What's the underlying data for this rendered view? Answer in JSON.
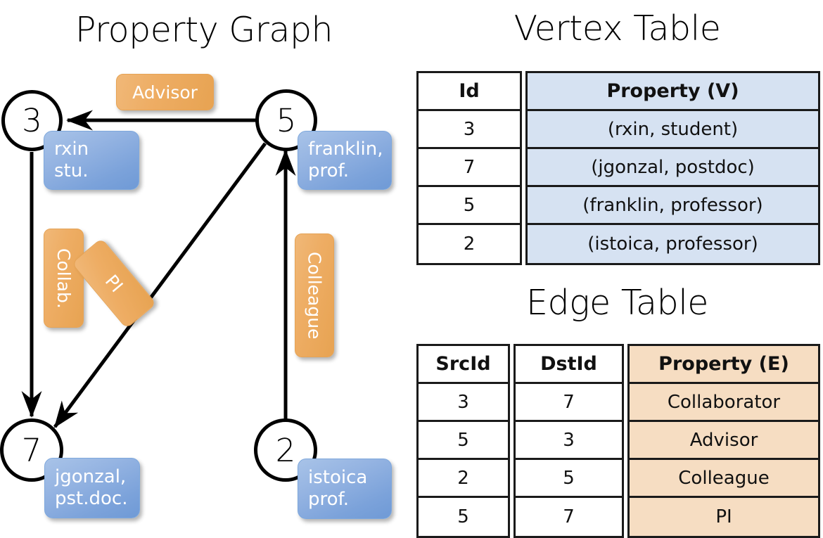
{
  "titles": {
    "property_graph": "Property Graph",
    "vertex_table": "Vertex Table",
    "edge_table": "Edge Table"
  },
  "colors": {
    "vertex_fill": "#d6e2f2",
    "edge_fill": "#f6ddc2",
    "node_property_box": "#7ba2da",
    "edge_label_box": "#eead64",
    "border": "#1a1a1a",
    "background": "#ffffff"
  },
  "graph": {
    "nodes": [
      {
        "id": "3",
        "property_line1": "rxin",
        "property_line2": "stu."
      },
      {
        "id": "5",
        "property_line1": "franklin,",
        "property_line2": "prof."
      },
      {
        "id": "7",
        "property_line1": "jgonzal,",
        "property_line2": "pst.doc."
      },
      {
        "id": "2",
        "property_line1": "istoica",
        "property_line2": "prof."
      }
    ],
    "edge_labels": [
      {
        "label": "Advisor",
        "orientation": "horizontal"
      },
      {
        "label": "Collab.",
        "orientation": "vertical"
      },
      {
        "label": "PI",
        "orientation": "diagonal"
      },
      {
        "label": "Colleague",
        "orientation": "vertical"
      }
    ],
    "edges": [
      {
        "from": "5",
        "to": "3",
        "label": "Advisor"
      },
      {
        "from": "3",
        "to": "7",
        "label": "Collab."
      },
      {
        "from": "5",
        "to": "7",
        "label": "PI"
      },
      {
        "from": "2",
        "to": "5",
        "label": "Colleague"
      }
    ]
  },
  "vertex_table": {
    "headers": [
      "Id",
      "Property (V)"
    ],
    "rows": [
      {
        "id": "3",
        "property": "(rxin, student)"
      },
      {
        "id": "7",
        "property": "(jgonzal, postdoc)"
      },
      {
        "id": "5",
        "property": "(franklin, professor)"
      },
      {
        "id": "2",
        "property": "(istoica, professor)"
      }
    ]
  },
  "edge_table": {
    "headers": [
      "SrcId",
      "DstId",
      "Property (E)"
    ],
    "rows": [
      {
        "src": "3",
        "dst": "7",
        "property": "Collaborator"
      },
      {
        "src": "5",
        "dst": "3",
        "property": "Advisor"
      },
      {
        "src": "2",
        "dst": "5",
        "property": "Colleague"
      },
      {
        "src": "5",
        "dst": "7",
        "property": "PI"
      }
    ]
  }
}
